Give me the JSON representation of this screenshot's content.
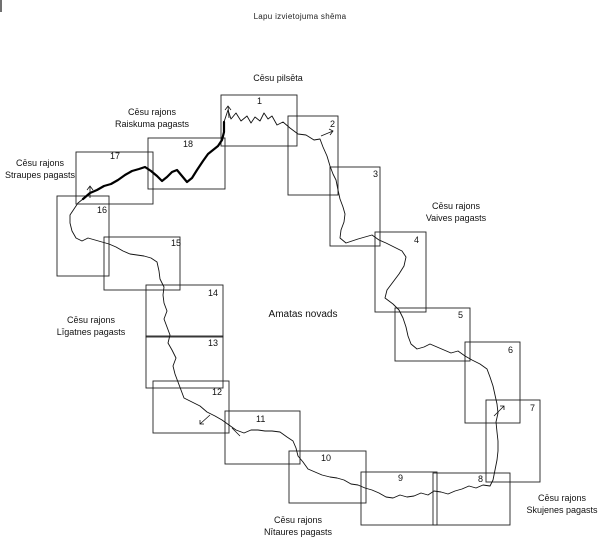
{
  "title": "Lapu izvietojuma shēma",
  "center_label": "Amatas novads",
  "sheets": [
    {
      "number": "1"
    },
    {
      "number": "2"
    },
    {
      "number": "3"
    },
    {
      "number": "4"
    },
    {
      "number": "5"
    },
    {
      "number": "6"
    },
    {
      "number": "7"
    },
    {
      "number": "8"
    },
    {
      "number": "9"
    },
    {
      "number": "10"
    },
    {
      "number": "11"
    },
    {
      "number": "12"
    },
    {
      "number": "13"
    },
    {
      "number": "14"
    },
    {
      "number": "15"
    },
    {
      "number": "16"
    },
    {
      "number": "17"
    },
    {
      "number": "18"
    }
  ],
  "regions": {
    "cesu_pilseta": {
      "line1": "Cēsu pilsēta"
    },
    "raiskuma": {
      "line1": "Cēsu rajons",
      "line2": "Raiskuma pagasts"
    },
    "straupes": {
      "line1": "Cēsu rajons",
      "line2": "Straupes pagasts"
    },
    "vaives": {
      "line1": "Cēsu rajons",
      "line2": "Vaives pagasts"
    },
    "ligatnes": {
      "line1": "Cēsu rajons",
      "line2": "Līgatnes pagasts"
    },
    "skujenes": {
      "line1": "Cēsu rajons",
      "line2": "Skujenes pagasts"
    },
    "nitaures": {
      "line1": "Cēsu rajons",
      "line2": "Nītaures pagasts"
    }
  }
}
